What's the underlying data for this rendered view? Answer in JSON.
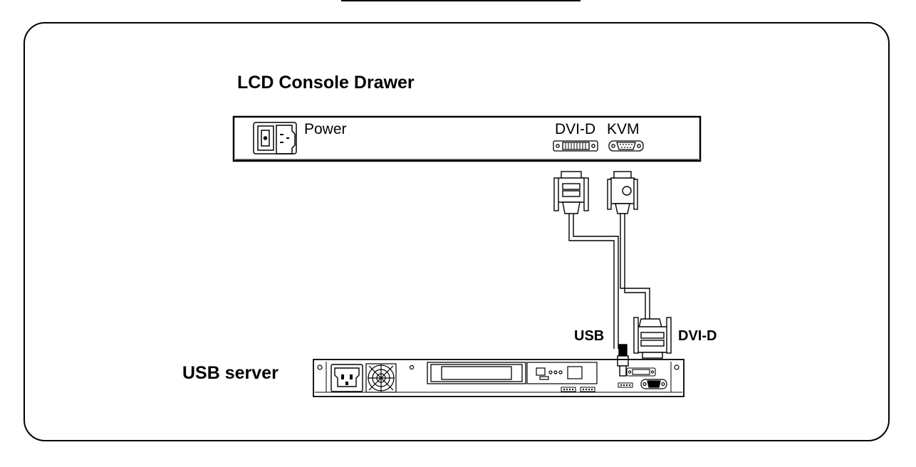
{
  "drawer": {
    "title": "LCD Console Drawer",
    "power_label": "Power",
    "dvi_label": "DVI-D",
    "kvm_label": "KVM"
  },
  "server": {
    "title": "USB server",
    "usb_label": "USB",
    "dvi_label": "DVI-D"
  }
}
